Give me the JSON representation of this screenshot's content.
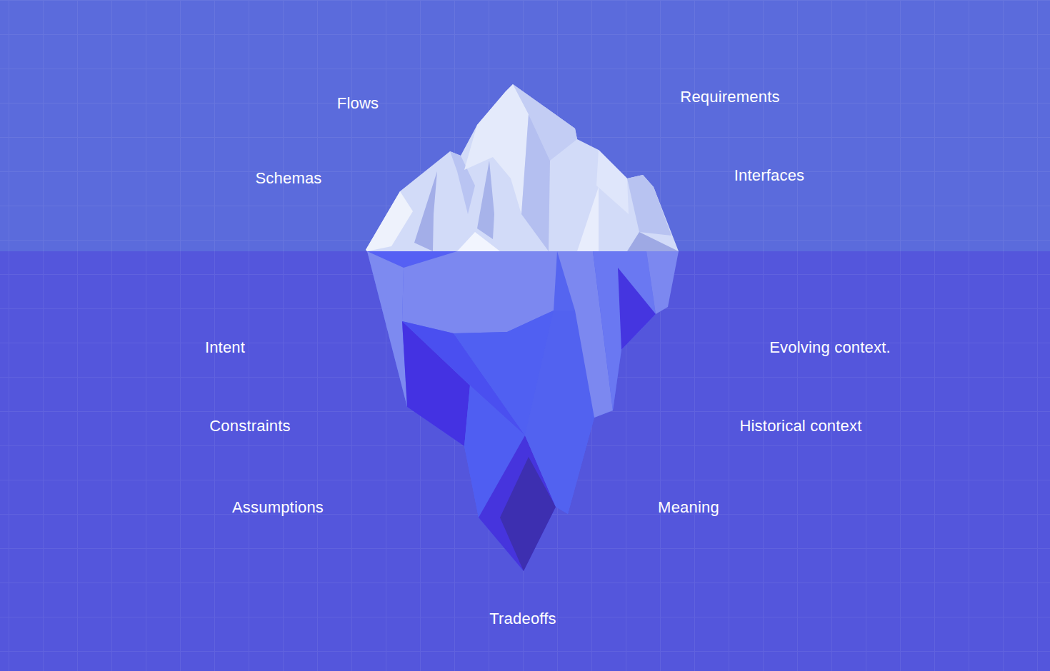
{
  "diagram": {
    "labels": [
      "Flows",
      "Requirements",
      "Schemas",
      "Interfaces",
      "Intent",
      "Evolving context.",
      "Constraints",
      "Historical context",
      "Assumptions",
      "Meaning",
      "Tradeoffs"
    ]
  }
}
